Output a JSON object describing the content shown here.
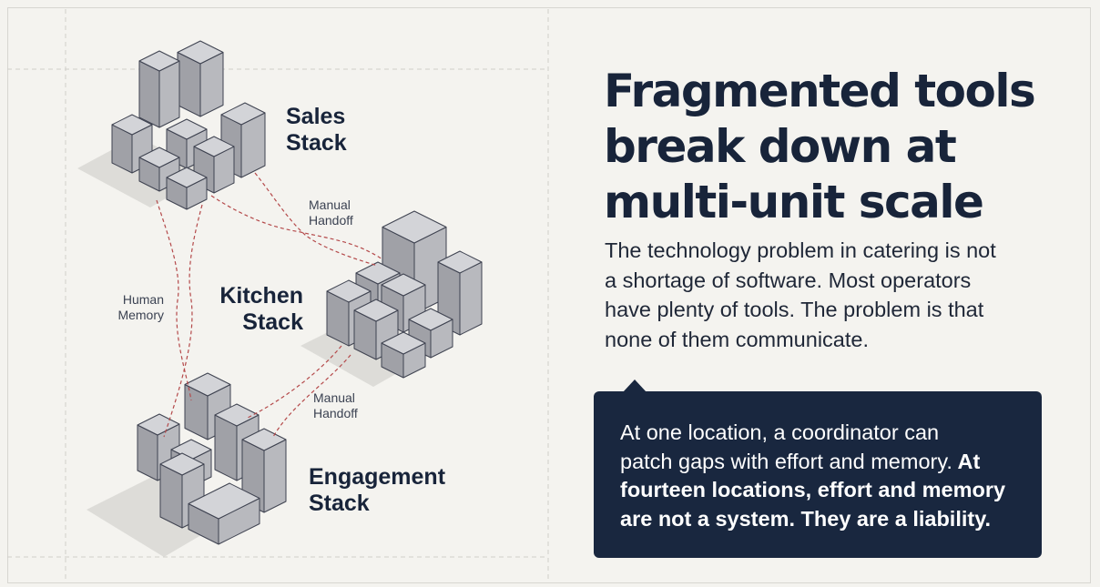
{
  "stacks": {
    "sales": [
      "Sales",
      "Stack"
    ],
    "kitchen": [
      "Kitchen",
      "Stack"
    ],
    "engagement": [
      "Engagement",
      "Stack"
    ]
  },
  "connectors": {
    "handoff_top": [
      "Manual",
      "Handoff"
    ],
    "handoff_bottom": [
      "Manual",
      "Handoff"
    ],
    "memory": [
      "Human",
      "Memory"
    ]
  },
  "title_lines": [
    "Fragmented tools",
    "break down at",
    "multi-unit scale"
  ],
  "body_lines": [
    "The technology problem in catering is not",
    "a shortage of software. Most operators",
    "have plenty of tools. The problem is that",
    "none of them communicate."
  ],
  "callout": {
    "line1": "At one location, a coordinator can",
    "line2_regular": "patch gaps with effort and memory.",
    "line2_bold": " At",
    "line3": "fourteen locations, effort and memory",
    "line4": "are not a system. They are a liability."
  },
  "colors": {
    "background": "#f4f3ef",
    "title": "#18243a",
    "callout_bg": "#19273f",
    "cube_top": "#d3d4d8",
    "cube_left": "#a0a1a7",
    "cube_right": "#b8b9be",
    "connector": "#b4494a"
  },
  "icons": [
    "sales-stack-icon",
    "kitchen-stack-icon",
    "engagement-stack-icon"
  ]
}
